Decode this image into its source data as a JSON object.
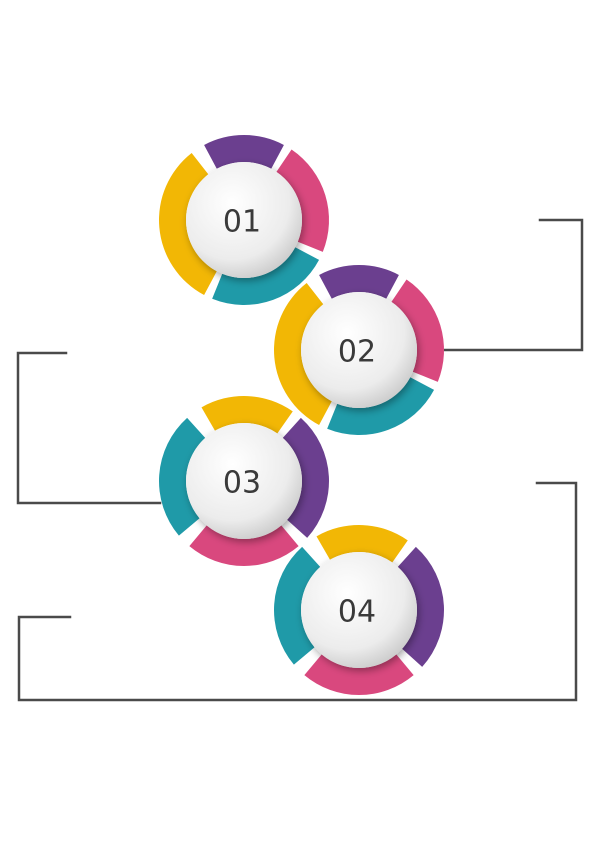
{
  "colors": {
    "purple": "#6b3f8f",
    "pink": "#d9487e",
    "teal": "#1f9aa8",
    "yellow": "#f2b705",
    "connector": "#4a4a4a",
    "center_text": "#3a3a3a"
  },
  "steps": [
    {
      "label": "01",
      "ring_colors": [
        "purple",
        "pink",
        "teal",
        "yellow"
      ]
    },
    {
      "label": "02",
      "ring_colors": [
        "purple",
        "pink",
        "teal",
        "yellow"
      ]
    },
    {
      "label": "03",
      "ring_colors": [
        "yellow",
        "purple",
        "pink",
        "teal"
      ]
    },
    {
      "label": "04",
      "ring_colors": [
        "yellow",
        "purple",
        "pink",
        "teal"
      ]
    }
  ]
}
